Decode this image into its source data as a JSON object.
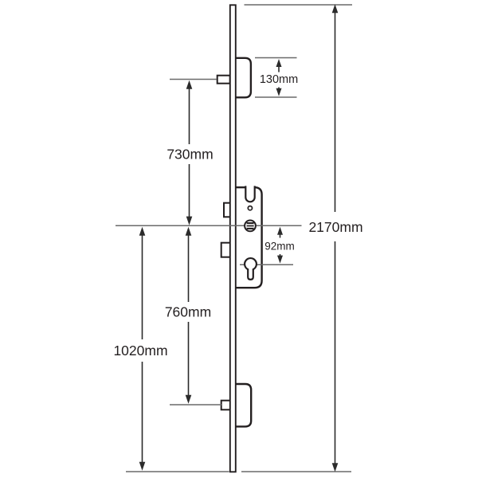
{
  "diagram": {
    "kind": "technical-dimension-drawing",
    "subject": "Multipoint door lock mechanism with faceplate, top hook case, central gearbox (spindle and euro cylinder cut-outs) and bottom case",
    "unit": "mm",
    "dimensions": {
      "overall_height": {
        "label": "2170mm",
        "value": 2170
      },
      "top_case_height": {
        "label": "130mm",
        "value": 130
      },
      "top_latch_to_centre": {
        "label": "730mm",
        "value": 730
      },
      "centre_to_cylinder": {
        "label": "92mm",
        "value": 92
      },
      "centre_to_bottom_point": {
        "label": "760mm",
        "value": 760
      },
      "centre_to_bottom": {
        "label": "1020mm",
        "value": 1020
      }
    },
    "colors": {
      "background": "#ffffff",
      "drawing_stroke": "#231f20",
      "reference_line": "#6a6a6a",
      "dimension_stroke": "#2b2b2b",
      "text": "#231f20"
    }
  }
}
